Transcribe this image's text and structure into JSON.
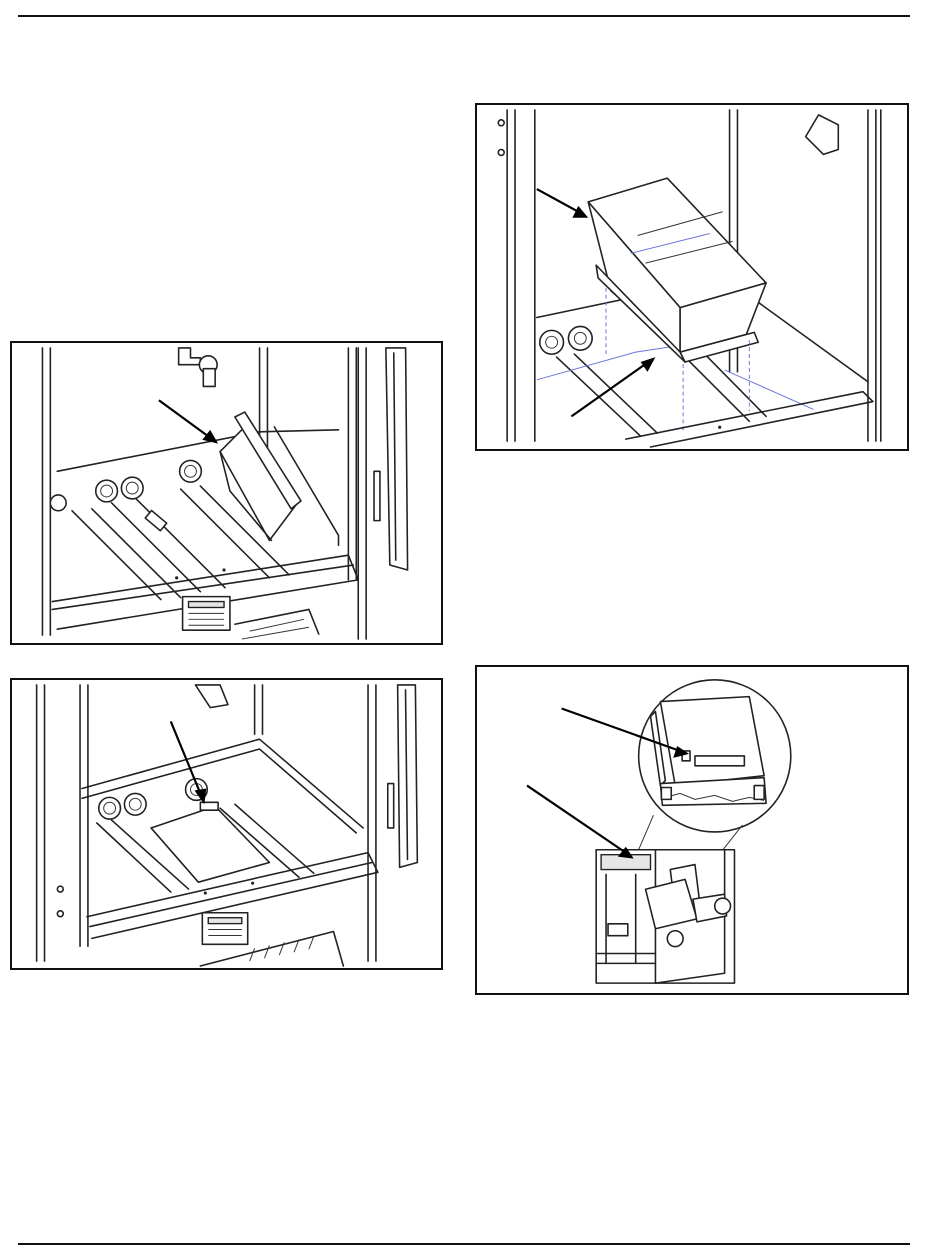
{
  "page": {
    "header_rule": "top-rule",
    "footer_rule": "bottom-rule"
  },
  "figures": [
    {
      "id": "fig-top-left",
      "description_icon": "cabinet-with-tilted-pan-icon"
    },
    {
      "id": "fig-bottom-left",
      "description_icon": "cabinet-with-flat-pan-icon"
    },
    {
      "id": "fig-top-right",
      "description_icon": "cabinet-with-bin-icon"
    },
    {
      "id": "fig-bottom-right",
      "description_icon": "bin-detail-callout-icon"
    }
  ]
}
